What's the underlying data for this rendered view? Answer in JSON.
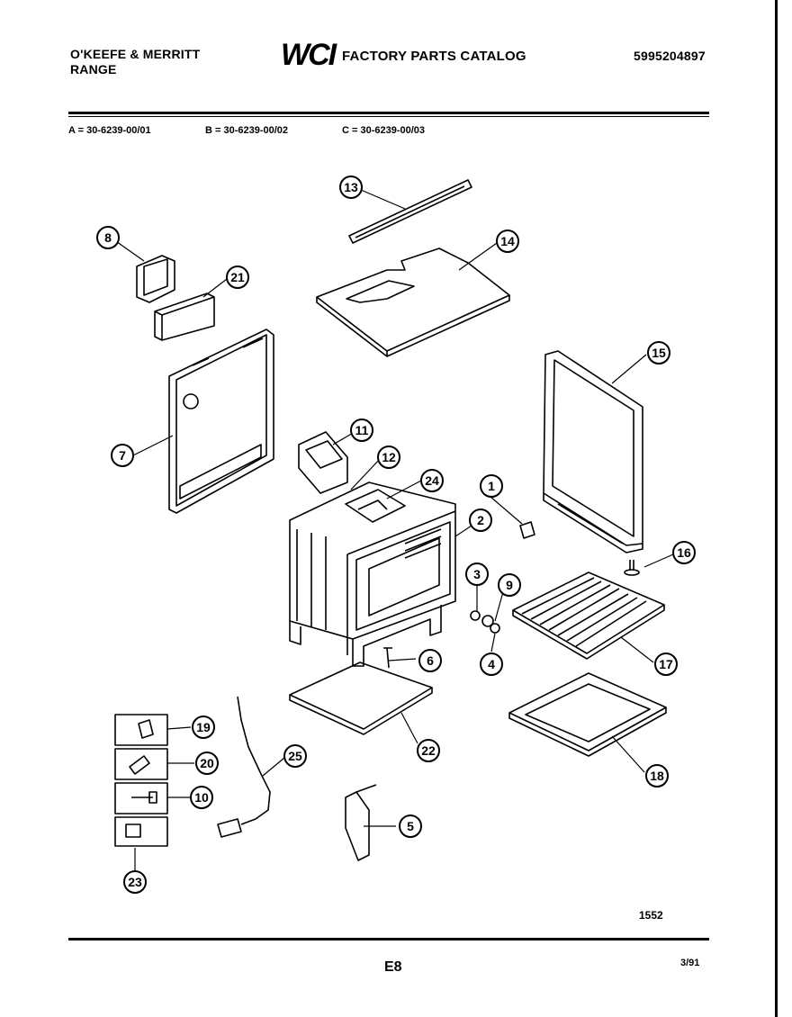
{
  "header": {
    "brand_line1": "O'KEEFE & MERRITT",
    "brand_line2": "RANGE",
    "logo": "WCI",
    "catalog_title": "FACTORY PARTS CATALOG",
    "catalog_number": "5995204897"
  },
  "models": [
    "A = 30-6239-00/01",
    "B = 30-6239-00/02",
    "C = 30-6239-00/03"
  ],
  "diagram": {
    "callouts": [
      "1",
      "2",
      "3",
      "4",
      "5",
      "6",
      "7",
      "8",
      "9",
      "10",
      "11",
      "12",
      "13",
      "14",
      "15",
      "16",
      "17",
      "18",
      "19",
      "20",
      "21",
      "22",
      "23",
      "24",
      "25"
    ]
  },
  "footer": {
    "drawing_number": "1552",
    "page_code": "E8",
    "date": "3/91"
  }
}
